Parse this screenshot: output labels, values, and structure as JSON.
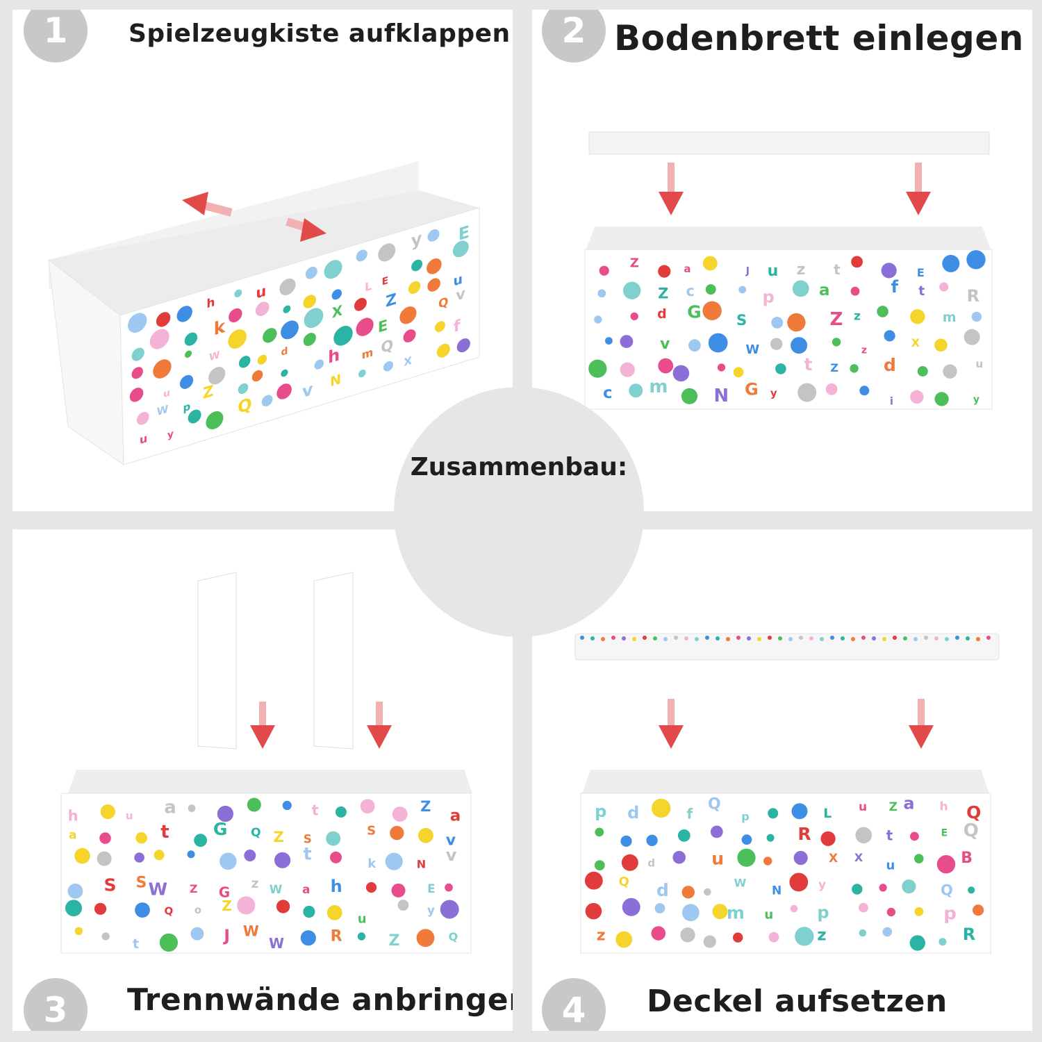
{
  "center_label": "Zusammenbau:",
  "steps": [
    {
      "number": "1",
      "title": "Spielzeugkiste aufklappen"
    },
    {
      "number": "2",
      "title": "Bodenbrett einlegen"
    },
    {
      "number": "3",
      "title": "Trennwände anbringen"
    },
    {
      "number": "4",
      "title": "Deckel aufsetzen"
    }
  ],
  "colors": {
    "badge": "#c8c8c8",
    "arrow": "#e24a4a",
    "background": "#e6e6e6",
    "panel": "#ffffff"
  },
  "box_print": {
    "letters": [
      "W",
      "N",
      "J",
      "i",
      "p",
      "L",
      "W",
      "G",
      "v",
      "d",
      "E",
      "Q",
      "z",
      "a",
      "E",
      "B",
      "p",
      "Q",
      "z",
      "y",
      "h",
      "R",
      "Z",
      "y",
      "Z",
      "t",
      "X",
      "f",
      "k",
      "t",
      "u",
      "a",
      "m",
      "v",
      "u",
      "G",
      "S",
      "c",
      "o",
      "u"
    ],
    "dot_colors": [
      "#3f8ee6",
      "#2bb3a3",
      "#f07a3a",
      "#e84c8b",
      "#8b6fd6",
      "#f5d52b",
      "#e23b3b",
      "#4cbf5a",
      "#9ec8f0",
      "#c4c4c4",
      "#f4b3d6",
      "#7fd0cf"
    ]
  }
}
